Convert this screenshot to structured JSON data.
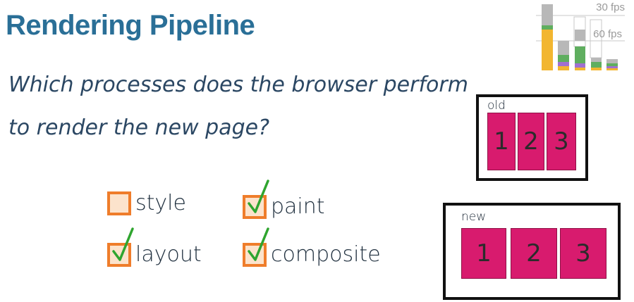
{
  "slide": {
    "title": "Rendering Pipeline",
    "question_line1": "Which processes does the browser perform",
    "question_line2": "to render the new page?"
  },
  "options": [
    {
      "label": "style",
      "checked": false
    },
    {
      "label": "paint",
      "checked": true
    },
    {
      "label": "layout",
      "checked": true
    },
    {
      "label": "composite",
      "checked": true
    }
  ],
  "fps_chart": {
    "label_30": "30 fps",
    "label_60": "60 fps"
  },
  "old_frame": {
    "label": "old",
    "cards": [
      "1",
      "2",
      "3"
    ]
  },
  "new_frame": {
    "label": "new",
    "cards": [
      "1",
      "2",
      "3"
    ]
  },
  "colors": {
    "title": "#2a6f97",
    "card": "#d81b6e",
    "checkbox_border": "#ef7d2b",
    "checkbox_fill": "#fce3cc",
    "check": "#2fa52f"
  }
}
